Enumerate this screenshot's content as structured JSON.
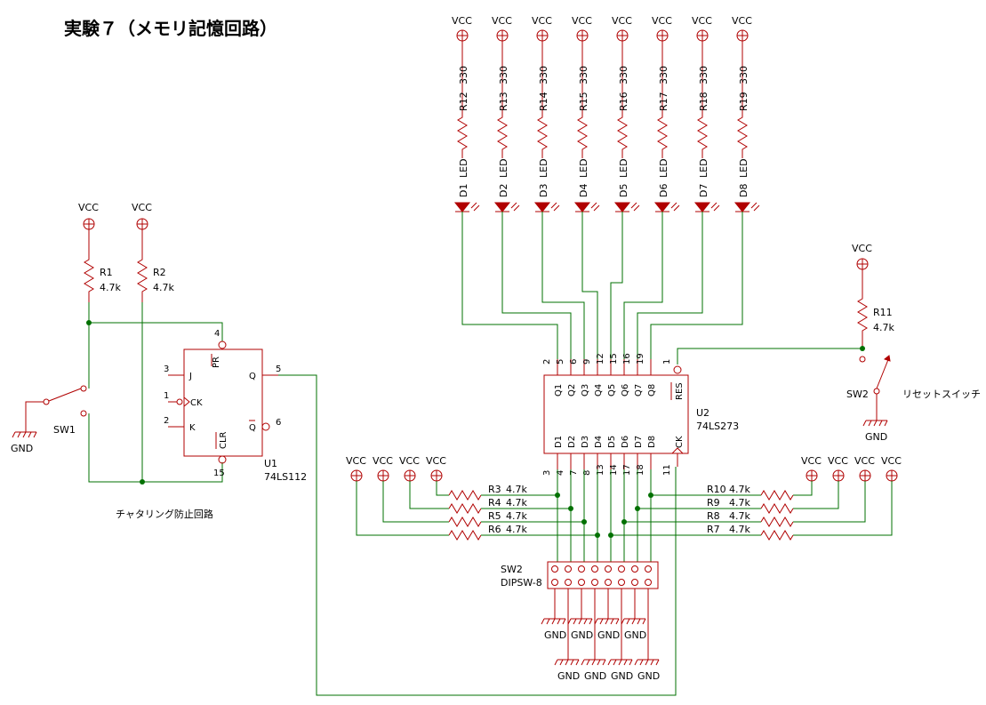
{
  "title": "実験７（メモリ記憶回路）",
  "labels": {
    "vcc": "VCC",
    "gnd": "GND",
    "chatter_caption": "チャタリング防止回路",
    "reset_caption": "リセットスイッチ",
    "led_value": "LED",
    "r_led_value": "330",
    "pullup_value": "4.7k"
  },
  "led_resistors": [
    "R12",
    "R13",
    "R14",
    "R15",
    "R16",
    "R17",
    "R18",
    "R19"
  ],
  "leds": [
    "D1",
    "D2",
    "D3",
    "D4",
    "D5",
    "D6",
    "D7",
    "D8"
  ],
  "chatter": {
    "r1": "R1",
    "r2": "R2",
    "sw": "SW1",
    "u1_ref": "U1",
    "u1_part": "74LS112",
    "pins": {
      "pr": "4",
      "j": "3",
      "ck": "1",
      "k": "2",
      "clr": "15",
      "q": "5",
      "qn": "6"
    },
    "names": {
      "pr": "PR",
      "j": "J",
      "ck": "CK",
      "k": "K",
      "clr": "CLR",
      "q": "Q",
      "qn": "Q"
    }
  },
  "reset": {
    "r": "R11",
    "sw": "SW2"
  },
  "u2": {
    "ref": "U2",
    "part": "74LS273",
    "q_names": [
      "Q1",
      "Q2",
      "Q3",
      "Q4",
      "Q5",
      "Q6",
      "Q7",
      "Q8"
    ],
    "q_pins": [
      "2",
      "5",
      "6",
      "9",
      "12",
      "15",
      "16",
      "19"
    ],
    "res_name": "RES",
    "res_pin": "1",
    "d_names": [
      "D1",
      "D2",
      "D3",
      "D4",
      "D5",
      "D6",
      "D7",
      "D8"
    ],
    "d_pins": [
      "3",
      "4",
      "7",
      "8",
      "13",
      "14",
      "17",
      "18"
    ],
    "ck_name": "CK",
    "ck_pin": "11"
  },
  "left_pullups": [
    "R3",
    "R4",
    "R5",
    "R6"
  ],
  "right_pullups": [
    "R10",
    "R9",
    "R8",
    "R7"
  ],
  "dipsw": {
    "ref": "SW2",
    "part": "DIPSW-8"
  }
}
